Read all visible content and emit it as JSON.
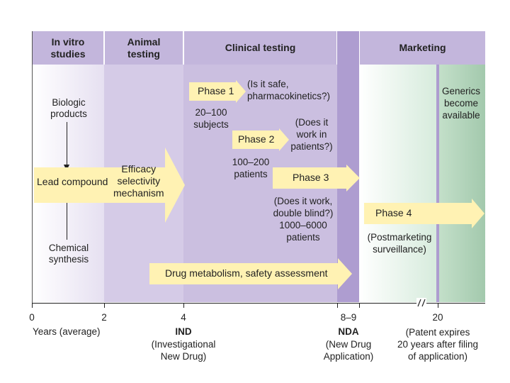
{
  "headers": {
    "in_vitro": "In vitro\nstudies",
    "animal": "Animal\ntesting",
    "clinical": "Clinical testing",
    "marketing": "Marketing"
  },
  "left": {
    "biologic": "Biologic\nproducts",
    "lead": "Lead compound",
    "chemical": "Chemical\nsynthesis"
  },
  "efficacy": "Efficacy\nselectivity\nmechanism",
  "phase1": {
    "label": "Phase 1",
    "note": "(Is it safe,\npharmacokinetics?)",
    "subjects": "20–100\nsubjects"
  },
  "phase2": {
    "label": "Phase 2",
    "note": "(Does it\nwork in\npatients?)",
    "subjects": "100–200\npatients"
  },
  "phase3": {
    "label": "Phase 3",
    "note": "(Does it work,\ndouble blind?)\n1000–6000\npatients"
  },
  "phase4": {
    "label": "Phase 4",
    "note": "(Postmarketing\nsurveillance)"
  },
  "generics": "Generics\nbecome\navailable",
  "metabolism": "Drug metabolism, safety assessment",
  "axis": {
    "t0": "0",
    "t2": "2",
    "t4": "4",
    "t89": "8–9",
    "t20": "20",
    "years": "Years (average)",
    "ind_bold": "IND",
    "ind_desc": "(Investigational\nNew Drug)",
    "nda_bold": "NDA",
    "nda_desc": "(New Drug\nApplication)",
    "patent": "(Patent expires\n20 years after filing\nof application)"
  },
  "colors": {
    "header": "#c3b6dc",
    "animal_bg": "#d5cbe7",
    "clinical_bg": "#cbbfe0",
    "nda_band": "#ae9dd0",
    "arrow": "#fff2b3",
    "generics_bg": "#a9cfb2"
  }
}
